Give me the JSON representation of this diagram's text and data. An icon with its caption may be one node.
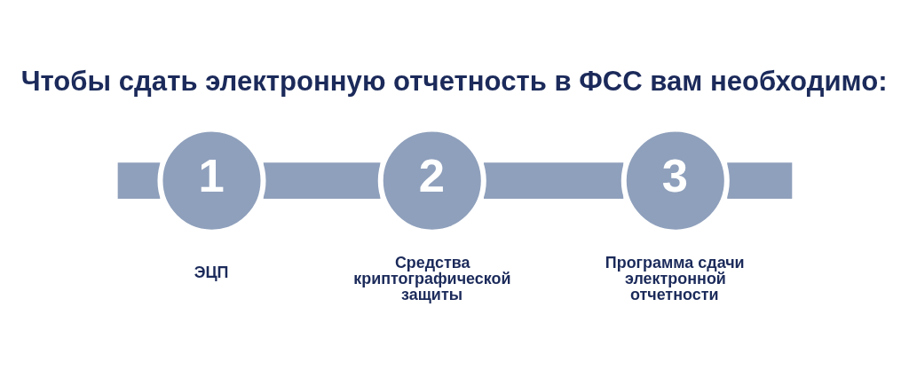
{
  "diagram": {
    "title": "Чтобы сдать электронную отчетность в ФСС вам необходимо:",
    "nodes": [
      {
        "text": [
          "1"
        ],
        "beside": [
          "ЭЦП"
        ]
      },
      {
        "text": [
          "2"
        ],
        "beside": [
          "Средства криптографической защиты"
        ]
      },
      {
        "text": [
          "3"
        ],
        "beside": [
          "Программа сдачи электронной отчетности"
        ]
      }
    ],
    "edges": [
      {
        "from": null,
        "to": 0,
        "arrow": "none"
      },
      {
        "from": 0,
        "to": 1,
        "arrow": "none"
      },
      {
        "from": 1,
        "to": 2,
        "arrow": "none"
      },
      {
        "from": 2,
        "to": null,
        "arrow": "none"
      }
    ]
  }
}
